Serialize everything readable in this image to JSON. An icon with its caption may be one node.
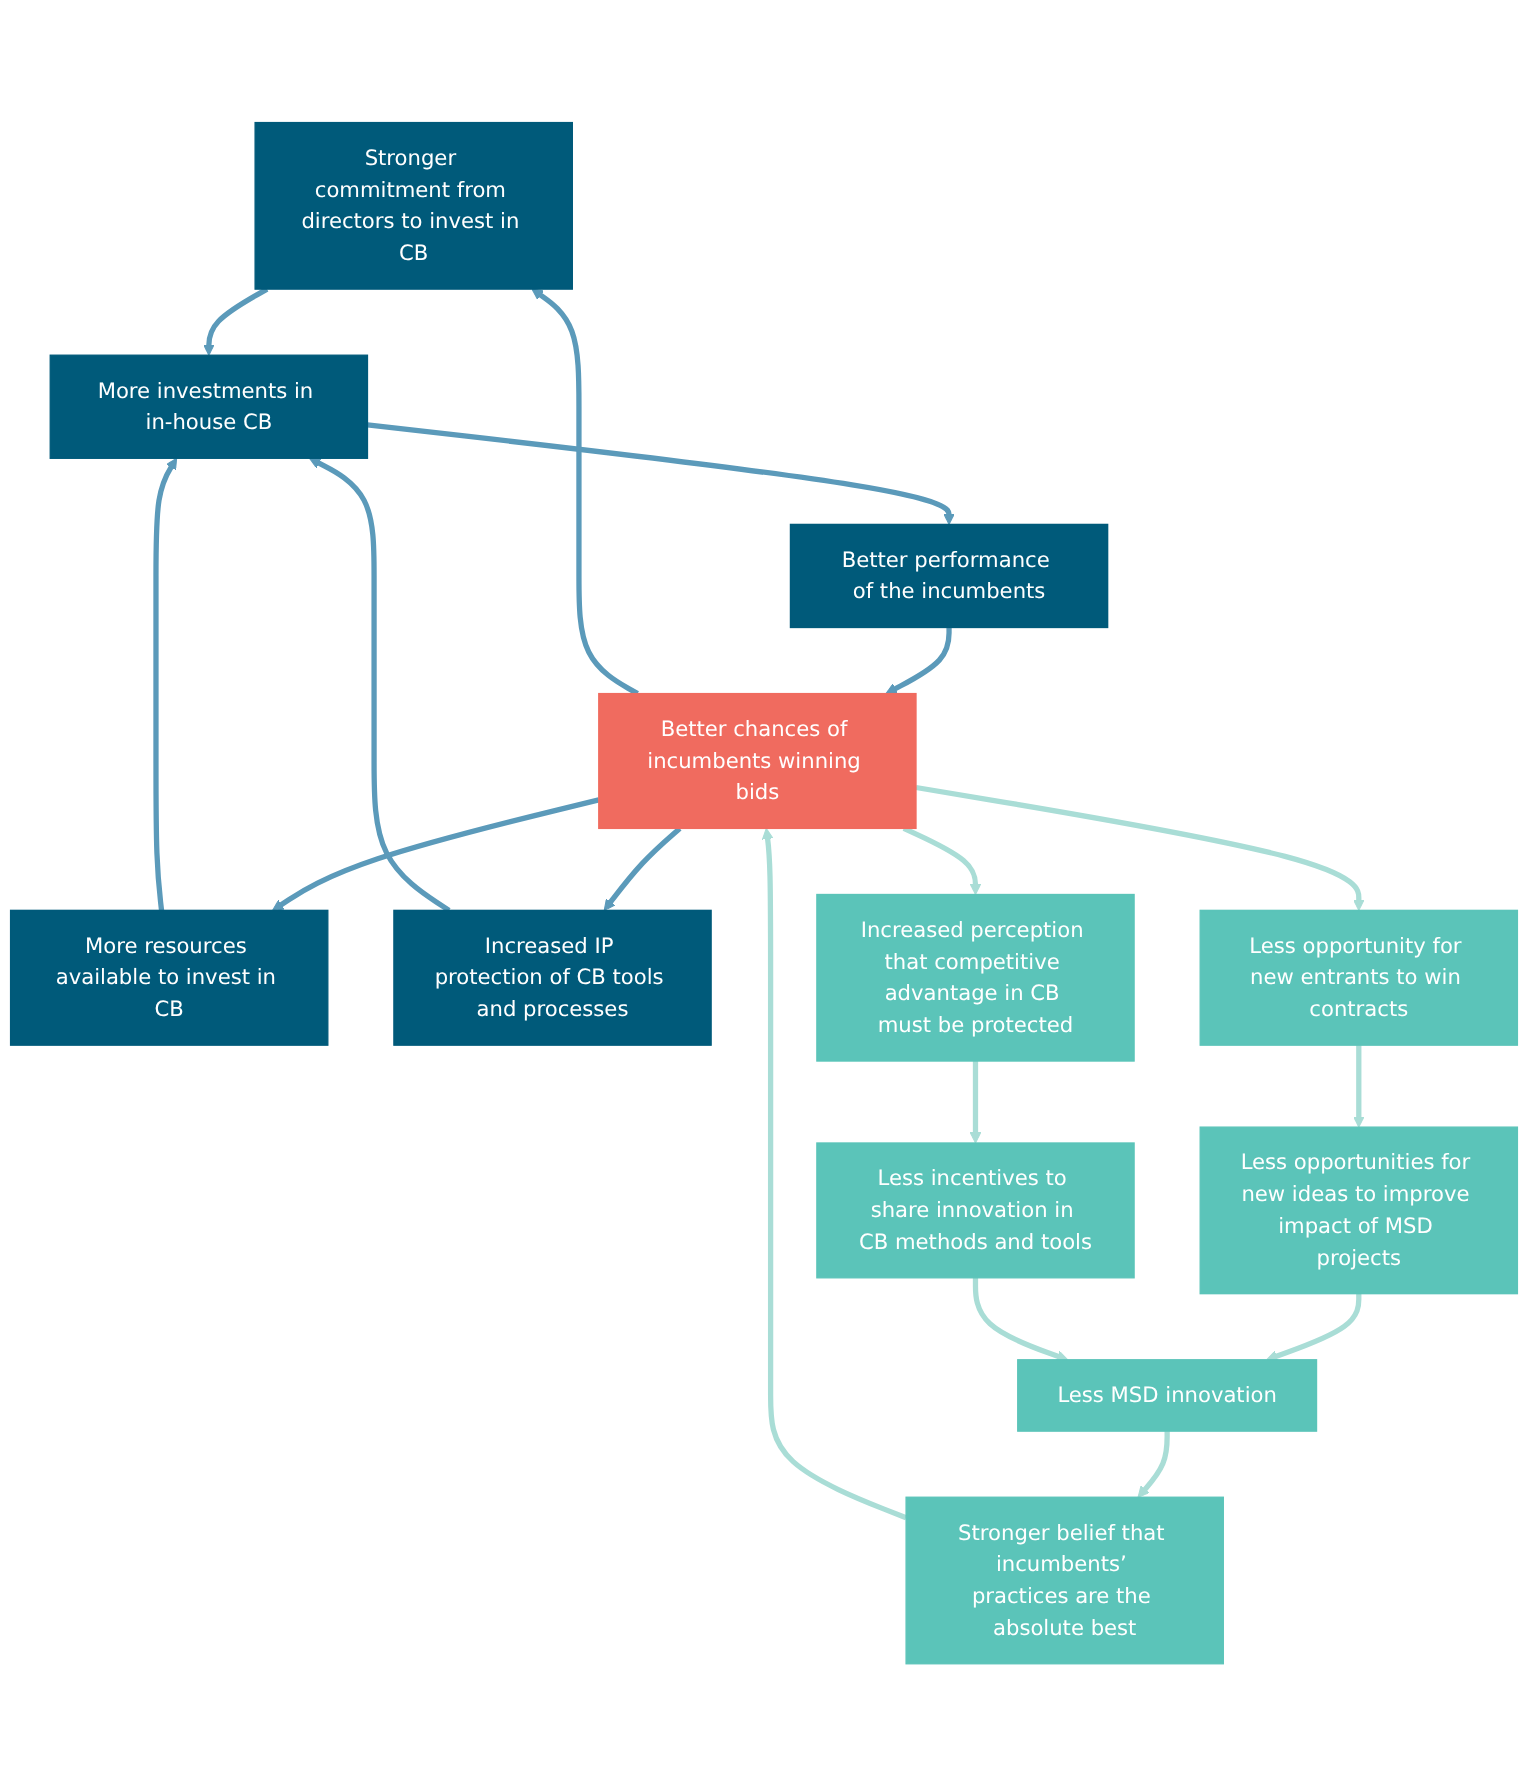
{
  "diagram": {
    "nodes": [
      {
        "text": [
          "Stronger commitment from directors to invest in CB"
        ]
      },
      {
        "text": [
          "More investments in in-house CB"
        ]
      },
      {
        "text": [
          "More resources available to invest in CB"
        ]
      },
      {
        "text": [
          "Increased IP protection of CB tools and processes"
        ]
      },
      {
        "text": [
          "Better performance of the incumbents"
        ]
      },
      {
        "text": [
          "Better chances of incumbents winning bids"
        ]
      },
      {
        "text": [
          "Stronger belief that incumbents’ practices are the absolute best"
        ]
      },
      {
        "text": [
          "Less opportunity for new entrants to win contracts"
        ]
      },
      {
        "text": [
          "Less opportunities for new ideas to improve impact of MSD projects"
        ]
      },
      {
        "text": [
          "Increased perception that competitive advantage in CB must be protected"
        ]
      },
      {
        "text": [
          "Less MSD innovation"
        ]
      },
      {
        "text": [
          "Less incentives to share innovation in CB methods and tools"
        ]
      }
    ],
    "edges": [
      {
        "from": 0,
        "to": 1,
        "arrow": "to"
      },
      {
        "from": 2,
        "to": 1,
        "arrow": "to"
      },
      {
        "from": 3,
        "to": 1,
        "arrow": "to"
      },
      {
        "from": 1,
        "to": 4,
        "arrow": "to"
      },
      {
        "from": 4,
        "to": 5,
        "arrow": "to"
      },
      {
        "from": 5,
        "to": 0,
        "arrow": "to"
      },
      {
        "from": 5,
        "to": 2,
        "arrow": "to"
      },
      {
        "from": 5,
        "to": 3,
        "arrow": "to"
      },
      {
        "from": 5,
        "to": 7,
        "arrow": "to",
        "color": "#a9ddd6"
      },
      {
        "from": 7,
        "to": 8,
        "arrow": "to",
        "color": "#a9ddd6"
      },
      {
        "from": 8,
        "to": 10,
        "arrow": "to",
        "color": "#a9ddd6"
      },
      {
        "from": 10,
        "to": 6,
        "arrow": "to",
        "color": "#a9ddd6"
      },
      {
        "from": 6,
        "to": 5,
        "arrow": "to",
        "color": "#a9ddd6"
      },
      {
        "from": 5,
        "to": 9,
        "arrow": "to",
        "color": "#a9ddd6"
      },
      {
        "from": 9,
        "to": 11,
        "arrow": "to",
        "color": "#a9ddd6"
      },
      {
        "from": 11,
        "to": 10,
        "arrow": "to",
        "color": "#a9ddd6"
      }
    ]
  }
}
